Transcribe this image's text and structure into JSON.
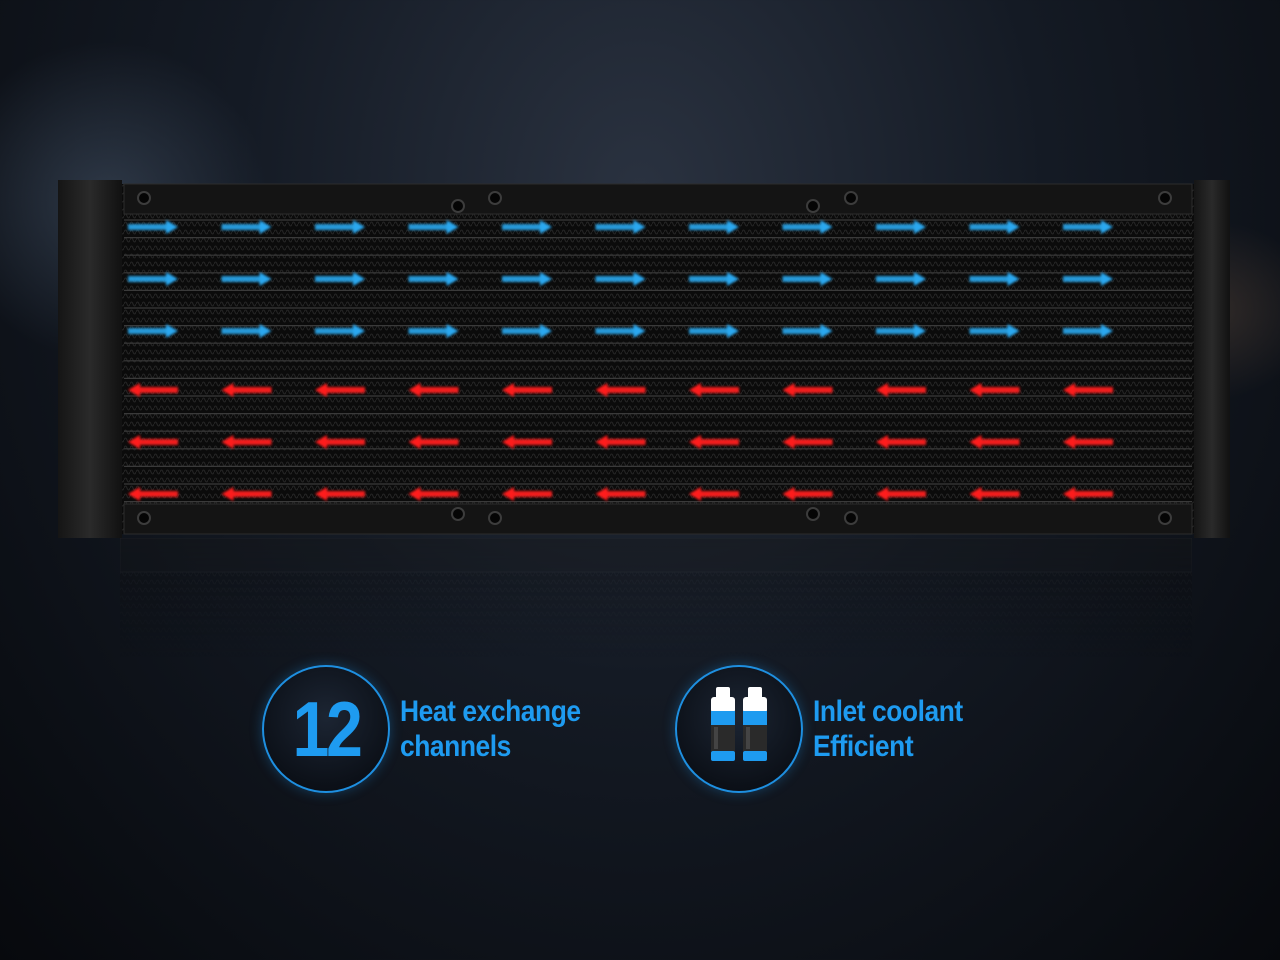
{
  "features": [
    {
      "icon": "number-12",
      "number": "12",
      "line1": "Heat exchange",
      "line2": "channels"
    },
    {
      "icon": "coolant-bottles-icon",
      "line1": "Inlet coolant",
      "line2": "Efficient"
    }
  ],
  "flow": {
    "inlet_rows": 3,
    "return_rows": 3,
    "arrows_per_row": 11,
    "inlet_color": "#2aa8f0",
    "return_color": "#ff1a1a"
  },
  "colors": {
    "accent": "#1e9bf0",
    "ring": "#1e8fe0",
    "bottle_cap": "#ffffff",
    "bottle_band": "#1e9bf0",
    "bottle_body": "#2a2a2a"
  }
}
